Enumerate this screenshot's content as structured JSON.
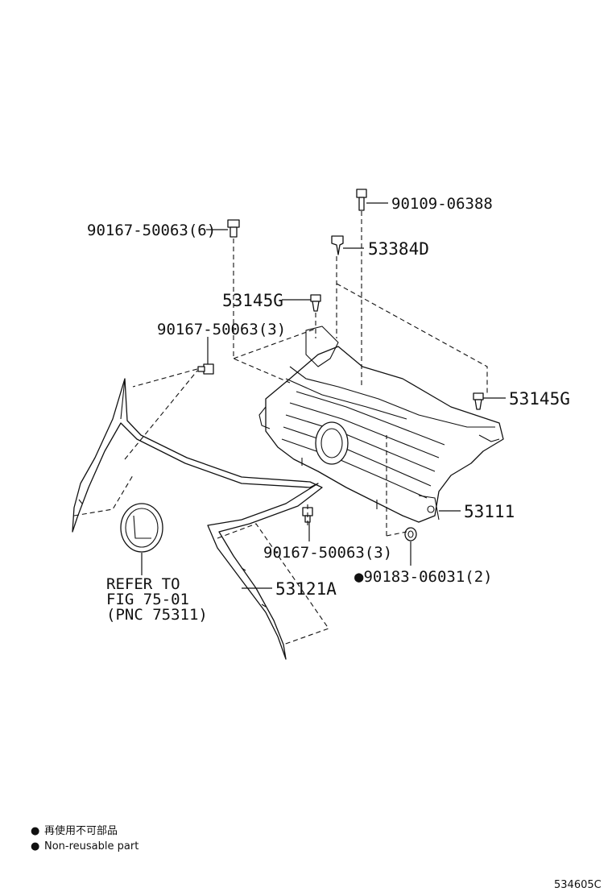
{
  "callouts": {
    "bolt_top_right": "90109-06388",
    "clip_top": "53384D",
    "screw_top_left": "90167-50063(6)",
    "clip_left": "53145G",
    "screw_mid_left": "90167-50063(3)",
    "clip_right": "53145G",
    "grille_main": "53111",
    "screw_lower": "90167-50063(3)",
    "nut_lower": "●90183-06031(2)",
    "molding": "53121A"
  },
  "reference": {
    "line1": "REFER TO",
    "line2": "FIG 75-01",
    "line3": "(PNC 75311)"
  },
  "legend": {
    "jp": "再使用不可部品",
    "en": "Non-reusable part",
    "bullet": "●"
  },
  "figure_code": "534605C"
}
